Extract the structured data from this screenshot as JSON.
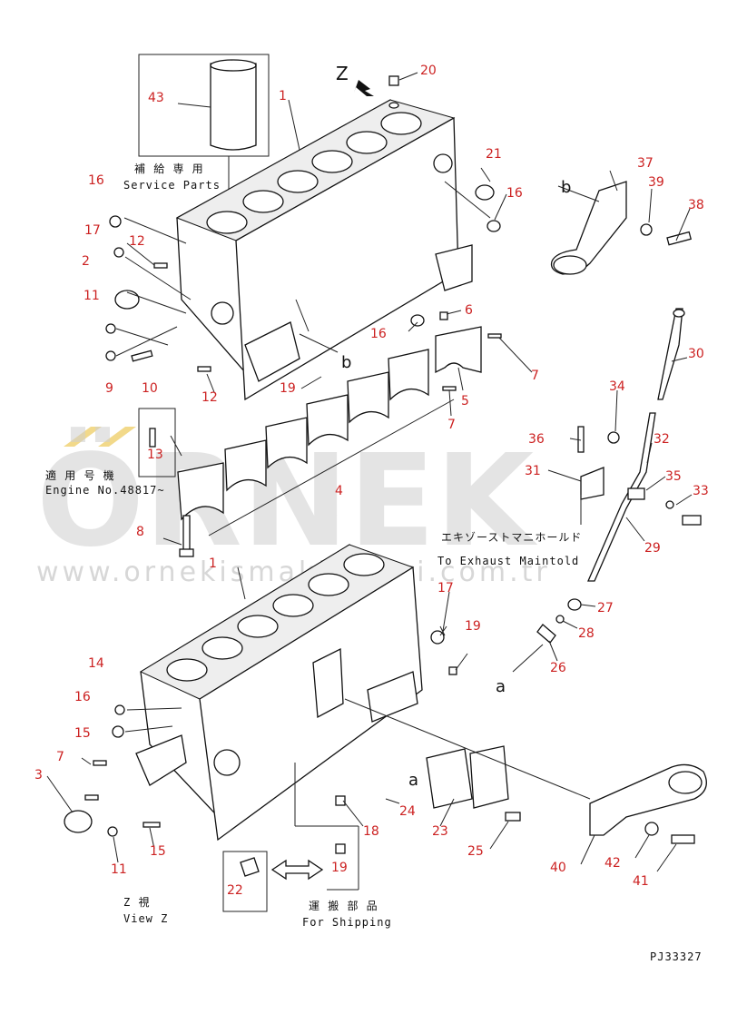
{
  "drawing_id": "PJ33327",
  "texts": {
    "service_jp": "補 給 専 用",
    "service_en": "Service Parts",
    "engine_jp": "適 用 号 機",
    "engine_en": "Engine No.48817~",
    "exhaust_jp": "エキゾーストマニホールド",
    "exhaust_en": "To Exhaust Maintold",
    "viewz_jp": "Z 視",
    "viewz_en": "View Z",
    "shipping_jp": "運 搬 部 品",
    "shipping_en": "For Shipping",
    "z_marker": "Z",
    "letter_a": "a",
    "letter_b": "b"
  },
  "watermark": {
    "logo": "ÖRNEK",
    "url": "www.ornekismakinalari.com.tr"
  },
  "callouts": [
    "1",
    "2",
    "3",
    "4",
    "5",
    "6",
    "7",
    "8",
    "9",
    "10",
    "11",
    "12",
    "13",
    "14",
    "15",
    "16",
    "17",
    "18",
    "19",
    "20",
    "21",
    "22",
    "23",
    "24",
    "25",
    "26",
    "27",
    "28",
    "29",
    "30",
    "31",
    "32",
    "33",
    "34",
    "35",
    "36",
    "37",
    "38",
    "39",
    "40",
    "41",
    "42",
    "43"
  ],
  "colors": {
    "callout": "#cc2222",
    "line": "#222222",
    "watermark": "#cfcfcf",
    "accent": "#f2d98a"
  }
}
